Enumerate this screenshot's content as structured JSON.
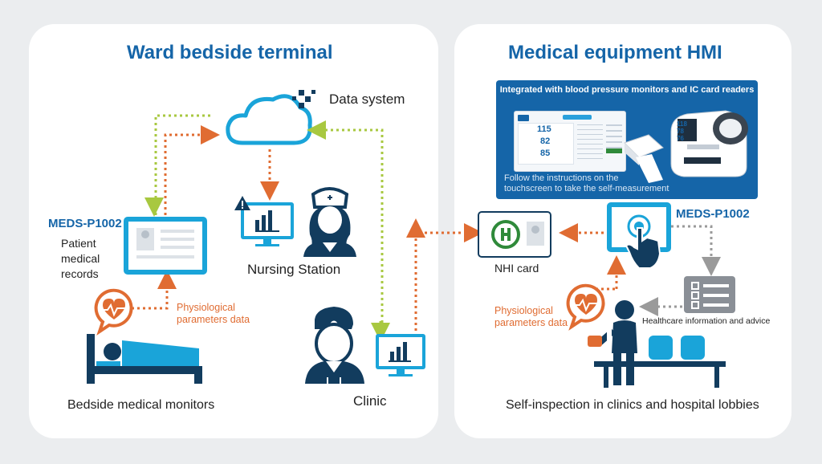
{
  "left_panel": {
    "title": "Ward bedside terminal",
    "data_system_label": "Data system",
    "device_model": "MEDS-P1002",
    "records_lines": [
      "Patient",
      "medical",
      "records"
    ],
    "nursing_station_label": "Nursing Station",
    "physio_lines": [
      "Physiological",
      "parameters data"
    ],
    "bedside_label": "Bedside medical monitors",
    "clinic_label": "Clinic"
  },
  "right_panel": {
    "title": "Medical equipment HMI",
    "banner": "Integrated with blood pressure monitors and IC card readers",
    "instruction_lines": [
      "Follow the instructions on the",
      "touchscreen to take the self-measurement"
    ],
    "screen_values": [
      "115",
      "82",
      "85"
    ],
    "device_readout_lines": [
      "118",
      "78",
      "76"
    ],
    "device_model": "MEDS-P1002",
    "nhi_card_label": "NHI card",
    "physio_lines": [
      "Physiological",
      "parameters data"
    ],
    "healthcare_label": "Healthcare information and advice",
    "self_inspection_label": "Self-inspection in clinics and hospital lobbies"
  },
  "colors": {
    "brand_blue": "#1565a8",
    "navy": "#123c5e",
    "orange": "#e06c32",
    "lime": "#a8c840",
    "gray_arrow": "#9a9a9a",
    "teal": "#1aa4d9"
  }
}
